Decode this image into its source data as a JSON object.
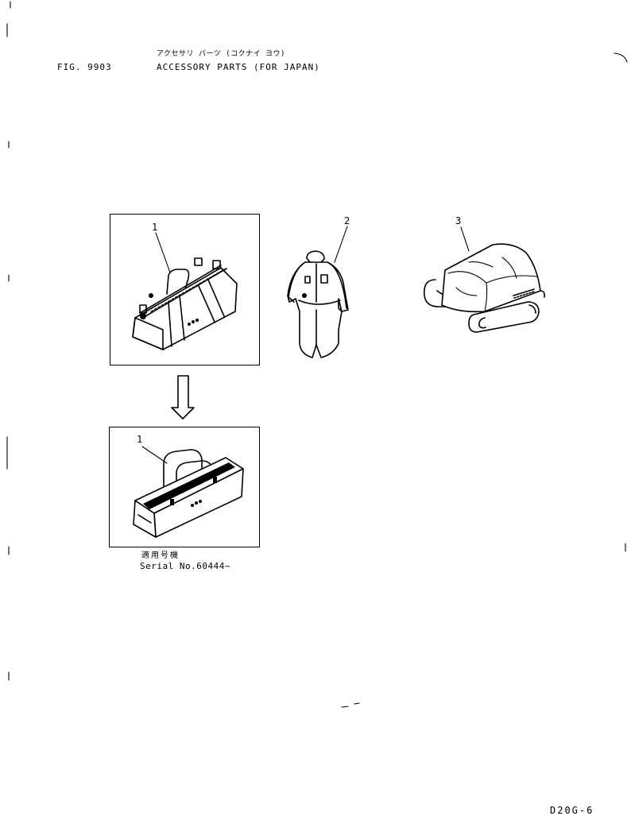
{
  "header": {
    "fig_label": "FIG. 9903",
    "title_kana": "アクセサリ パーツ (コクナイ ヨウ)",
    "title": "ACCESSORY PARTS (FOR JAPAN)"
  },
  "callouts": [
    "1",
    "2",
    "3",
    "1"
  ],
  "serial_note": {
    "label_jp": "適用号機",
    "serial": "Serial No.60444~"
  },
  "footer": {
    "page_code": "D20G-6"
  },
  "icons": [
    "tool-bag",
    "coveralls",
    "machine-cover",
    "down-arrow",
    "tool-box"
  ]
}
